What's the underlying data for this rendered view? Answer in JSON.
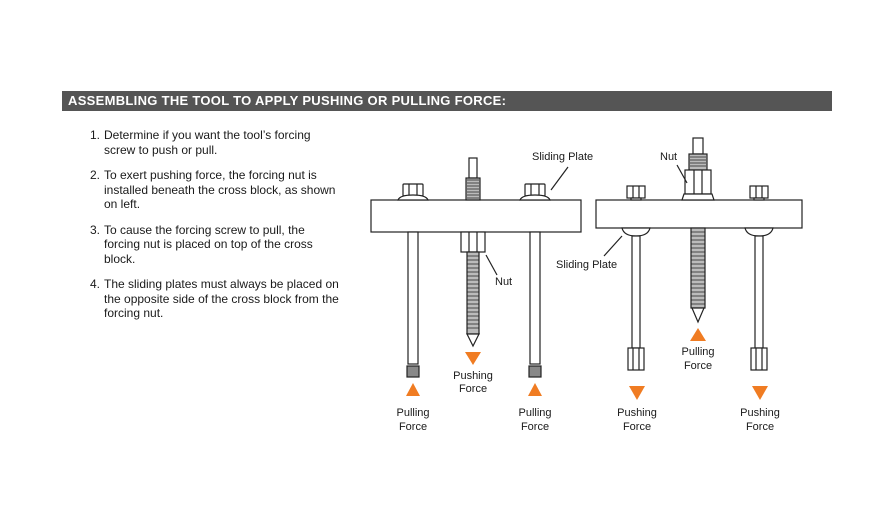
{
  "header": {
    "title": "ASSEMBLING THE TOOL TO APPLY PUSHING OR PULLING FORCE:"
  },
  "steps": [
    {
      "num": "1.",
      "text": "Determine if you want the tool’s forcing screw to push or pull."
    },
    {
      "num": "2.",
      "text": "To exert pushing force, the forcing nut is installed beneath the cross block, as shown on left."
    },
    {
      "num": "3.",
      "text": "To cause the forcing screw to pull, the forcing nut is placed on top of the cross block."
    },
    {
      "num": "4.",
      "text": "The sliding plates must always be placed on the opposite side of the cross block from the forcing nut."
    }
  ],
  "diagram": {
    "left": {
      "sliding_plate_label": "Sliding Plate",
      "nut_label": "Nut",
      "pushing_force_line1": "Pushing",
      "pushing_force_line2": "Force",
      "pulling_force_left_line1": "Pulling",
      "pulling_force_left_line2": "Force",
      "pulling_force_right_line1": "Pulling",
      "pulling_force_right_line2": "Force"
    },
    "right": {
      "nut_label": "Nut",
      "sliding_plate_label": "Sliding Plate",
      "pulling_force_line1": "Pulling",
      "pulling_force_line2": "Force",
      "pushing_force_left_line1": "Pushing",
      "pushing_force_left_line2": "Force",
      "pushing_force_right_line1": "Pushing",
      "pushing_force_right_line2": "Force"
    },
    "colors": {
      "arrow": "#F07C22",
      "header_bg": "#555555",
      "line": "#222222"
    }
  }
}
